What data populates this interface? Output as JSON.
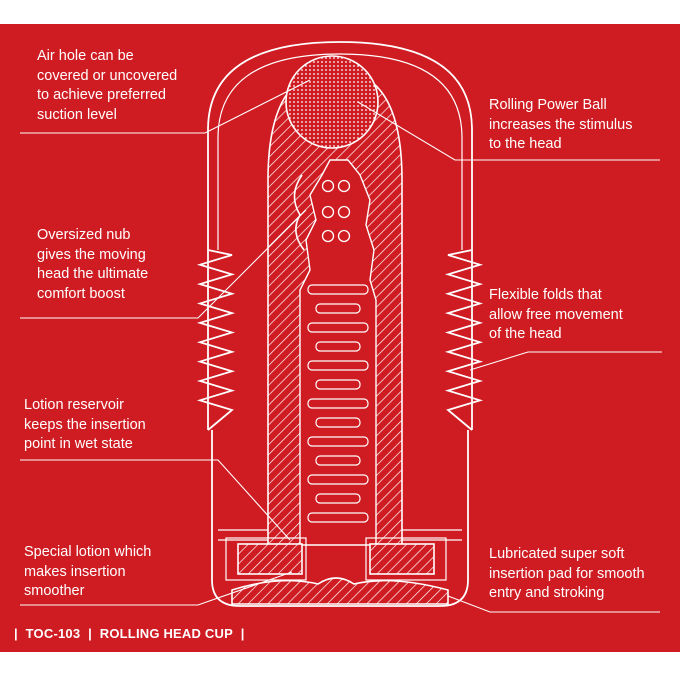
{
  "colors": {
    "background": "#cf1b22",
    "line": "#ffffff",
    "page": "#ffffff"
  },
  "callouts": {
    "air_hole": "Air hole can be\ncovered or uncovered\nto achieve preferred\nsuction level",
    "power_ball": "Rolling Power Ball\nincreases the stimulus\nto the head",
    "nub": "Oversized nub\ngives the moving\nhead the ultimate\ncomfort boost",
    "folds": "Flexible folds that\nallow free movement\nof the head",
    "reservoir": "Lotion reservoir\nkeeps the insertion\npoint in wet state",
    "lubricated_pad": "Lubricated super soft\ninsertion pad for smooth\nentry and stroking",
    "special_lotion": "Special lotion which\nmakes insertion\nsmoother"
  },
  "footer": {
    "separator": "|",
    "model": "TOC-103",
    "product": "ROLLING HEAD CUP"
  }
}
